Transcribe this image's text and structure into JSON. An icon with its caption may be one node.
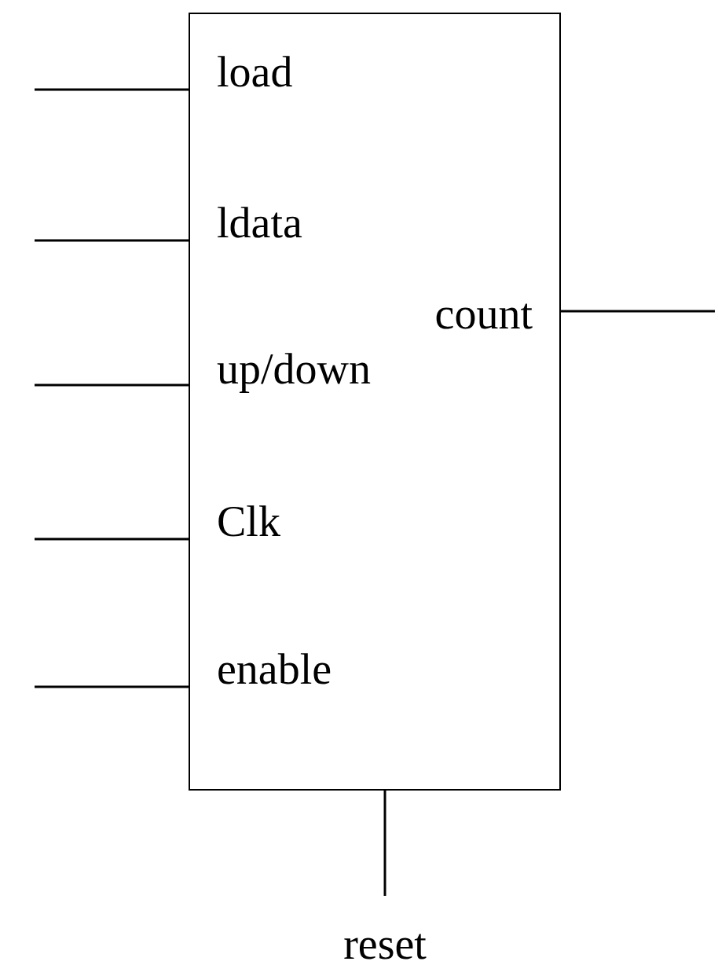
{
  "diagram": {
    "nodes": [
      {
        "text": [
          "load",
          "ldata",
          "up/down",
          "Clk",
          "enable",
          "count"
        ]
      },
      {
        "text": [
          "reset"
        ]
      }
    ],
    "edges": [
      {
        "from": null,
        "to": 0,
        "arrow": "none"
      },
      {
        "from": null,
        "to": 0,
        "arrow": "none"
      },
      {
        "from": null,
        "to": 0,
        "arrow": "none"
      },
      {
        "from": null,
        "to": 0,
        "arrow": "none"
      },
      {
        "from": null,
        "to": 0,
        "arrow": "none"
      },
      {
        "from": 0,
        "to": null,
        "arrow": "none"
      },
      {
        "from": 0,
        "to": 1,
        "arrow": "none"
      }
    ]
  }
}
